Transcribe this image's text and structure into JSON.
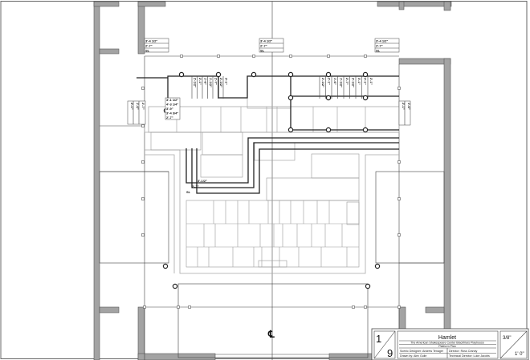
{
  "drawing": {
    "centerline_symbol": "℄",
    "dimension_tables": [
      {
        "rows": [
          "3'-4 1/2\"",
          "2'-7\"",
          "SL"
        ]
      },
      {
        "rows": [
          "3'-4 1/2\"",
          "2'-7\"",
          "SL"
        ]
      },
      {
        "rows": [
          "3'-4 1/2\"",
          "2'-7\"",
          "SL"
        ]
      }
    ],
    "left_step_table": {
      "rows": [
        "3'-1 1/2\"",
        "4'-3 1/4\"",
        "3'-9\"",
        "3'-4 3/4\"",
        "2'-7\""
      ]
    },
    "lower_step_labels": [
      "3'-1/2\"",
      "2'-7\"",
      "SL"
    ],
    "left_stair_labels": [
      "2'-1/2\"",
      "2'-1\"",
      "1'-6\"",
      "1'-1/2\"",
      "2'-7\"",
      "2'-1/2\"",
      "3'-1\""
    ],
    "right_stair_labels": [
      "2'-1/2\"",
      "2'-1\"",
      "1'-6\"",
      "1'-1/2\"",
      "2'-7\"",
      "2'-1/2\"",
      "3'-1\"",
      "3'-1\"",
      "2'-1\""
    ],
    "side_label_left": [
      "2'-1\"",
      "1'-6\"",
      "2'-7\""
    ],
    "side_label_right": [
      "2'-1\"",
      "1'-6\""
    ]
  },
  "title_block": {
    "sheet_number": "1",
    "sheet_total": "9",
    "title": "Hamlet",
    "subtitle": "The American Shakespeare Center Blackfriars Playhouse",
    "view": "Platform Plan",
    "scenic_designer": "Scenic Designer: Andrew Tenager",
    "drawn_by": "Drawn by: Alex Guile",
    "director": "Director: Ross Crandy",
    "technical_director": "Technical Director: Luke Jacobs",
    "scale_top": "3/8\"",
    "scale_bottom": "1' 0\""
  }
}
